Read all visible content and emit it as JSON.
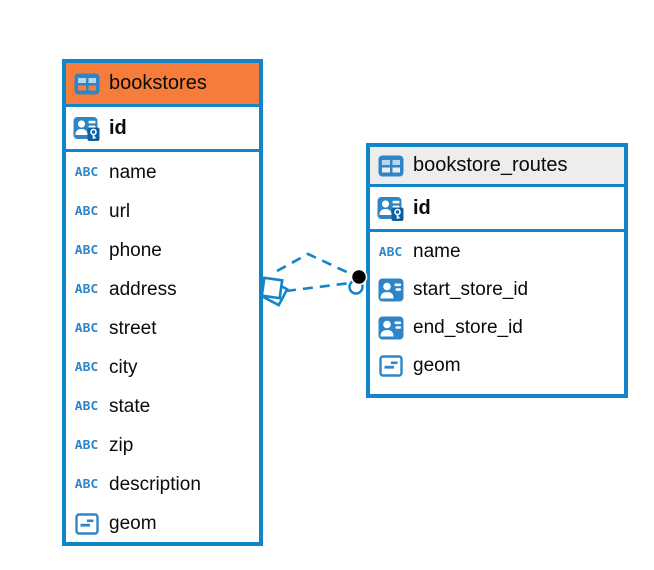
{
  "diagram": {
    "tables": [
      {
        "name": "bookstores",
        "header_bg": "#f67c3b",
        "columns": [
          {
            "name": "id",
            "type_icon": "primary-key"
          },
          {
            "name": "name",
            "type_icon": "text"
          },
          {
            "name": "url",
            "type_icon": "text"
          },
          {
            "name": "phone",
            "type_icon": "text"
          },
          {
            "name": "address",
            "type_icon": "text"
          },
          {
            "name": "street",
            "type_icon": "text"
          },
          {
            "name": "city",
            "type_icon": "text"
          },
          {
            "name": "state",
            "type_icon": "text"
          },
          {
            "name": "zip",
            "type_icon": "text"
          },
          {
            "name": "description",
            "type_icon": "text"
          },
          {
            "name": "geom",
            "type_icon": "geometry"
          }
        ]
      },
      {
        "name": "bookstore_routes",
        "header_bg": "#ededed",
        "columns": [
          {
            "name": "id",
            "type_icon": "primary-key"
          },
          {
            "name": "name",
            "type_icon": "text"
          },
          {
            "name": "start_store_id",
            "type_icon": "reference"
          },
          {
            "name": "end_store_id",
            "type_icon": "reference"
          },
          {
            "name": "geom",
            "type_icon": "geometry"
          }
        ]
      }
    ],
    "links": [
      {
        "from": "bookstores",
        "to": "bookstore_routes",
        "style": "dashed"
      },
      {
        "from": "bookstores",
        "to": "bookstore_routes",
        "style": "dashed"
      }
    ],
    "colors": {
      "accent_blue": "#1285c9",
      "icon_blue": "#2e86c8",
      "key_overlay_blue": "#0e5fa4",
      "selected_header_orange": "#f67c3b",
      "header_gray": "#ededed",
      "link_marker_black": "#000000"
    }
  },
  "icons": {
    "text_label": "ABC"
  }
}
